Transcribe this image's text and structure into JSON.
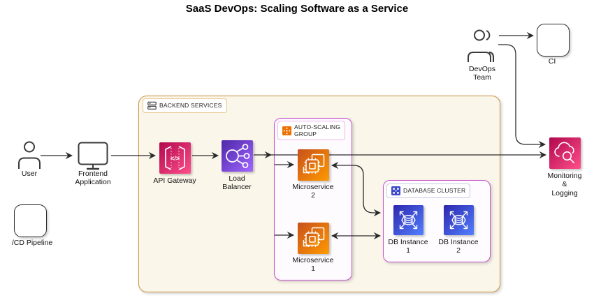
{
  "title": "SaaS DevOps: Scaling Software as a Service",
  "clusters": {
    "backend": {
      "label": "BACKEND SERVICES"
    },
    "asg": {
      "label": "AUTO-SCALING\nGROUP"
    },
    "db_cluster": {
      "label": "DATABASE CLUSTER"
    }
  },
  "nodes": {
    "user": {
      "label": "User"
    },
    "frontend": {
      "label": "Frontend\nApplication"
    },
    "cd_pipeline": {
      "label": "/CD Pipeline"
    },
    "api_gateway": {
      "label": "API Gateway"
    },
    "load_balancer": {
      "label": "Load\nBalancer"
    },
    "microservice2": {
      "label": "Microservice\n2"
    },
    "microservice1": {
      "label": "Microservice\n1"
    },
    "db_instance1": {
      "label": "DB Instance\n1"
    },
    "db_instance2": {
      "label": "DB Instance\n2"
    },
    "monitoring": {
      "label": "Monitoring &\nLogging"
    },
    "devops_team": {
      "label": "DevOps\nTeam"
    },
    "ci": {
      "label": "CI"
    }
  },
  "edges": [
    {
      "from": "User",
      "to": "Frontend Application",
      "arrow": "single"
    },
    {
      "from": "Frontend Application",
      "to": "API Gateway",
      "arrow": "single"
    },
    {
      "from": "API Gateway",
      "to": "Load Balancer",
      "arrow": "single"
    },
    {
      "from": "Load Balancer",
      "to": "Auto-Scaling Group",
      "arrow": "single"
    },
    {
      "from": "Auto-Scaling Group",
      "to": "Monitoring & Logging",
      "arrow": "single"
    },
    {
      "from": "Auto-Scaling Group",
      "to": "Microservice 2",
      "arrow": "single"
    },
    {
      "from": "Auto-Scaling Group",
      "to": "Microservice 1",
      "arrow": "single"
    },
    {
      "from": "Microservice 2",
      "to": "Database Cluster",
      "arrow": "double"
    },
    {
      "from": "Microservice 1",
      "to": "Database Cluster",
      "arrow": "double"
    },
    {
      "from": "DevOps Team",
      "to": "CI",
      "arrow": "single"
    },
    {
      "from": "DevOps Team",
      "to": "Monitoring & Logging",
      "arrow": "single"
    }
  ],
  "colors": {
    "api_gateway_gradient": [
      "#B0084D",
      "#FF4F8B"
    ],
    "load_balancer_gradient": [
      "#4D27A8",
      "#A166FF"
    ],
    "microservice_gradient": [
      "#C8511B",
      "#FF9900"
    ],
    "db_instance_gradient": [
      "#2E27AD",
      "#527FFF"
    ],
    "monitoring_gradient": [
      "#B0084D",
      "#FF4F8B"
    ],
    "backend_fill": "#FBF6EA",
    "backend_border": "#C9953E",
    "scaling_cluster_border": "#C653CD",
    "asg_label_icon": "#ED7100",
    "db_label_icon": "#3B48CC",
    "edge_color": "#2B2B2B"
  }
}
